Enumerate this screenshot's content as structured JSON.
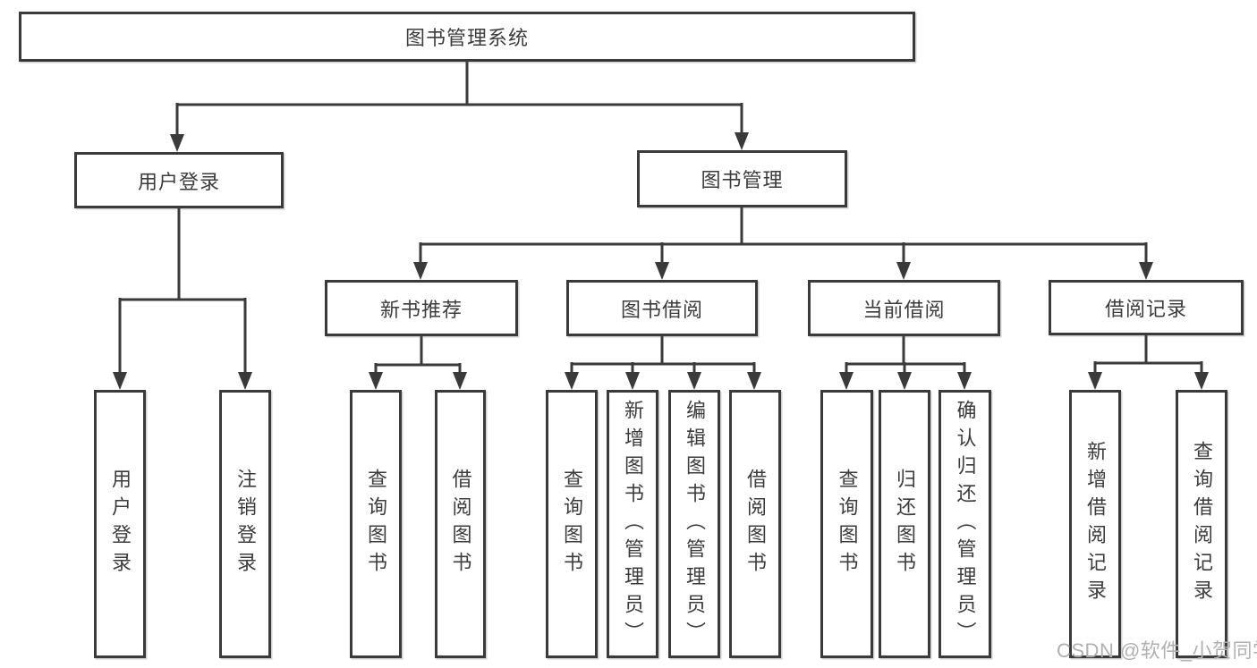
{
  "diagram": {
    "root": {
      "label": "图书管理系统"
    },
    "level2": [
      {
        "label": "用户登录",
        "children": [
          {
            "label": "用户登录"
          },
          {
            "label": "注销登录"
          }
        ]
      },
      {
        "label": "图书管理"
      }
    ],
    "level3": [
      {
        "label": "新书推荐",
        "children": [
          {
            "label": "查询图书"
          },
          {
            "label": "借阅图书"
          }
        ]
      },
      {
        "label": "图书借阅",
        "children": [
          {
            "label": "查询图书"
          },
          {
            "label": "新增图书（管理员）"
          },
          {
            "label": "编辑图书（管理员）"
          },
          {
            "label": "借阅图书"
          }
        ]
      },
      {
        "label": "当前借阅",
        "children": [
          {
            "label": "查询图书"
          },
          {
            "label": "归还图书"
          },
          {
            "label": "确认归还（管理员）"
          }
        ]
      },
      {
        "label": "借阅记录",
        "children": [
          {
            "label": "新增借阅记录"
          },
          {
            "label": "查询借阅记录"
          }
        ]
      }
    ]
  },
  "watermark": {
    "text": "CSDN @软件_小贺同学"
  },
  "colors": {
    "line": "#3a3a3a",
    "ink": "#3c3c3c",
    "watermark": "#b0b0b0",
    "background": "#ffffff"
  }
}
